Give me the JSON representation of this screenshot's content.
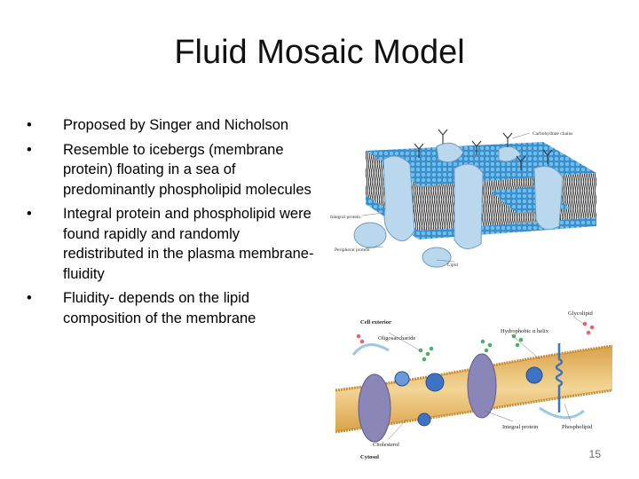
{
  "slide": {
    "title": "Fluid Mosaic Model",
    "bullets": [
      "Proposed by Singer and Nicholson",
      "Resemble to icebergs (membrane protein) floating in a sea of predominantly phospholipid molecules",
      "Integral protein and  phospholipid were found rapidly and randomly redistributed in the plasma membrane-fluidity",
      "Fluidity- depends on the lipid composition of the membrane"
    ],
    "slide_number": "15"
  },
  "figure_top": {
    "labels": {
      "carbohydrate": "Carbohydrate chains",
      "integral": "Integral protein",
      "peripheral": "Peripheral protein",
      "lipid": "Lipid"
    }
  },
  "figure_bottom": {
    "labels": {
      "cell_exterior": "Cell exterior",
      "oligosaccharide": "Oligosaccharide",
      "hydrophobic_helix": "Hydrophobic α helix",
      "glycolipid": "Glycolipid",
      "integral_protein": "Integral protein",
      "phospholipid": "Phospholipid",
      "cholesterol": "Cholesterol",
      "cytosol": "Cytosol"
    }
  },
  "colors": {
    "lipid_head": "#5aaee0",
    "protein": "#b9d8ee",
    "membrane": "#e6b96a",
    "protein_purple": "#8a86b8",
    "protein_blue": "#3d73c4"
  }
}
